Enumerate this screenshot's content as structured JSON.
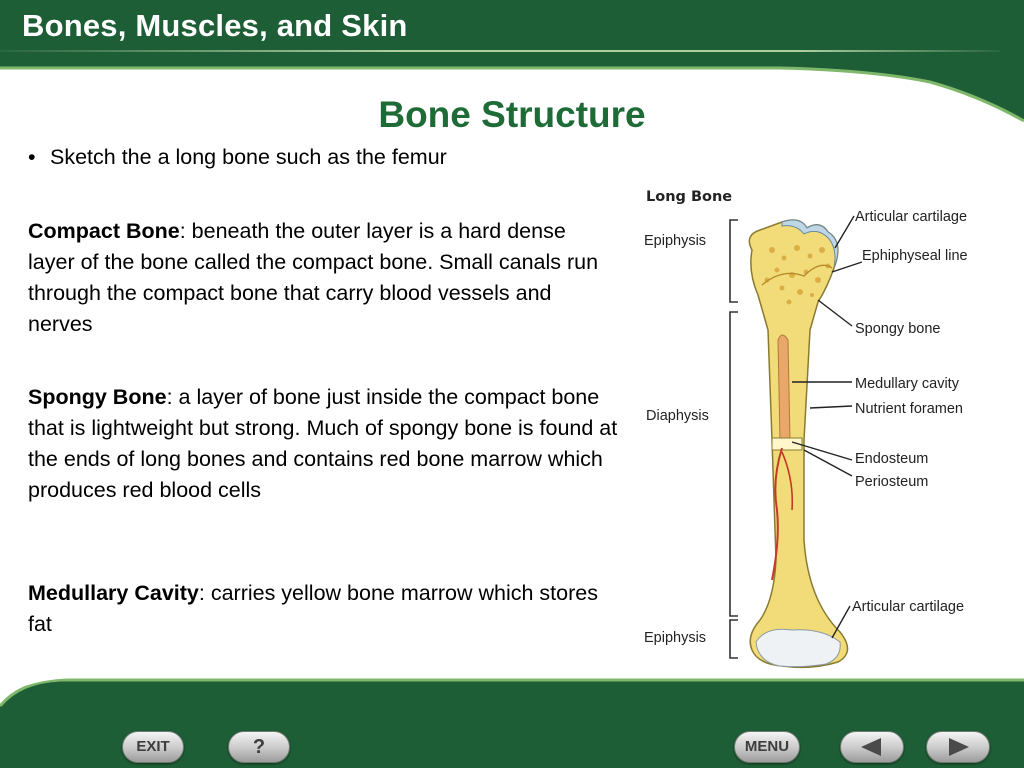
{
  "header": {
    "title": "Bones, Muscles, and Skin"
  },
  "slide": {
    "title": "Bone Structure",
    "bullet": "Sketch the a long bone such as the femur",
    "paragraphs": [
      {
        "term": "Compact Bone",
        "text": ": beneath the outer layer is a hard dense layer of the bone called the compact bone. Small canals run through the compact bone that carry blood vessels and nerves"
      },
      {
        "term": "Spongy Bone",
        "text": ": a layer of bone just inside the compact bone that is lightweight but strong.  Much of spongy bone is found at the ends of long bones and contains red bone marrow which produces red blood cells"
      },
      {
        "term": "Medullary Cavity",
        "text": ": carries yellow bone marrow which stores fat"
      }
    ]
  },
  "figure": {
    "title": "Long Bone",
    "left_labels": [
      "Epiphysis",
      "Diaphysis",
      "Epiphysis"
    ],
    "right_labels": [
      "Articular cartilage",
      "Ephiphyseal line",
      "Spongy bone",
      "Medullary cavity",
      "Nutrient foramen",
      "Endosteum",
      "Periosteum",
      "Articular cartilage"
    ]
  },
  "footer": {
    "exit_label": "EXIT",
    "help_label": "?",
    "menu_label": "MENU",
    "prev_icon": "arrow-left-icon",
    "next_icon": "arrow-right-icon"
  },
  "colors": {
    "brand_green": "#1e5e36",
    "title_green": "#1e6b38",
    "bone_yellow": "#f2dc7a"
  }
}
